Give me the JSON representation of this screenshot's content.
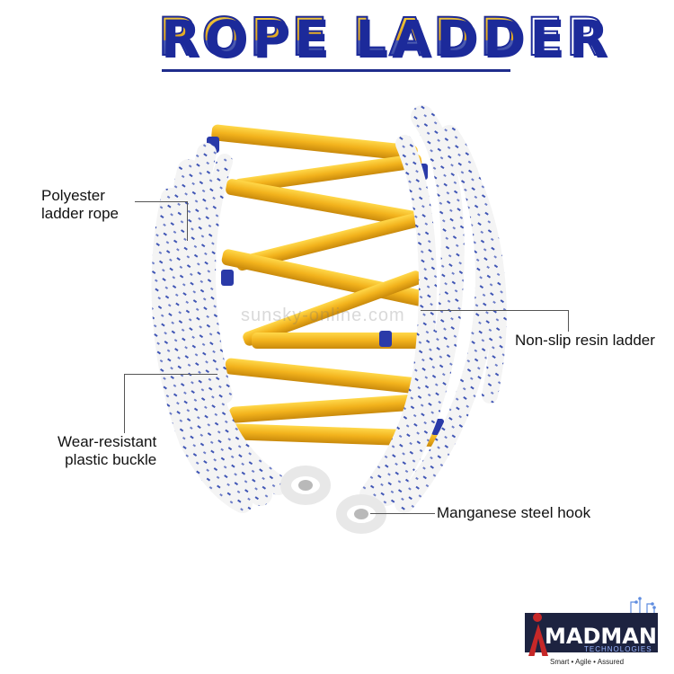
{
  "header": {
    "title": "ROPE LADDER"
  },
  "callouts": {
    "rope": "Polyester\nladder rope",
    "resin": "Non-slip resin ladder",
    "buckle": "Wear-resistant\nplastic buckle",
    "hook": "Manganese steel hook"
  },
  "watermark": "sunsky-online.com",
  "logo": {
    "name": "MADMAN",
    "sub": "TECHNOLOGIES",
    "tagline": "Smart • Agile • Assured"
  },
  "colors": {
    "title_gold": "#f0c040",
    "title_blue": "#1c2a9a",
    "rung_yellow": "#f2b21c",
    "rung_cap_blue": "#2a3aa8",
    "rope_white": "#f4f4f4",
    "rope_blue_fleck": "#3f55b5"
  }
}
